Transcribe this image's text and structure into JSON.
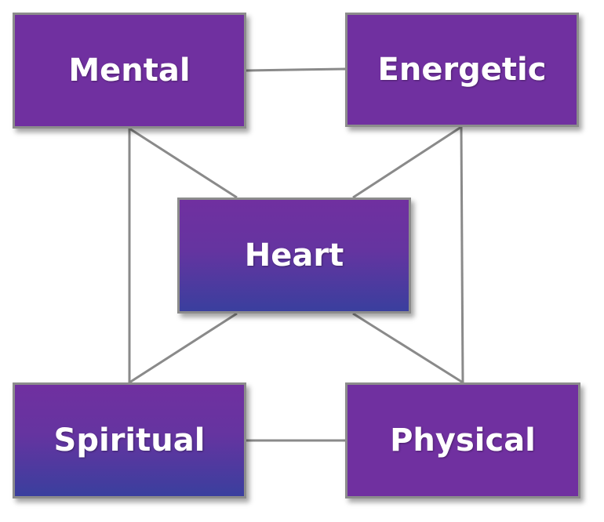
{
  "nodes": {
    "mental": "Mental",
    "energetic": "Energetic",
    "heart": "Heart",
    "spiritual": "Spiritual",
    "physical": "Physical"
  },
  "connections": [
    [
      "mental",
      "energetic"
    ],
    [
      "mental",
      "heart"
    ],
    [
      "mental",
      "spiritual"
    ],
    [
      "energetic",
      "heart"
    ],
    [
      "energetic",
      "physical"
    ],
    [
      "heart",
      "spiritual"
    ],
    [
      "heart",
      "physical"
    ],
    [
      "spiritual",
      "physical"
    ]
  ],
  "colors": {
    "node_fill": "#7030a0",
    "node_fill_gradient_end": "#3a3f9e",
    "node_border": "#8c8c8c",
    "connector": "#8a8a8a",
    "text": "#ffffff"
  }
}
